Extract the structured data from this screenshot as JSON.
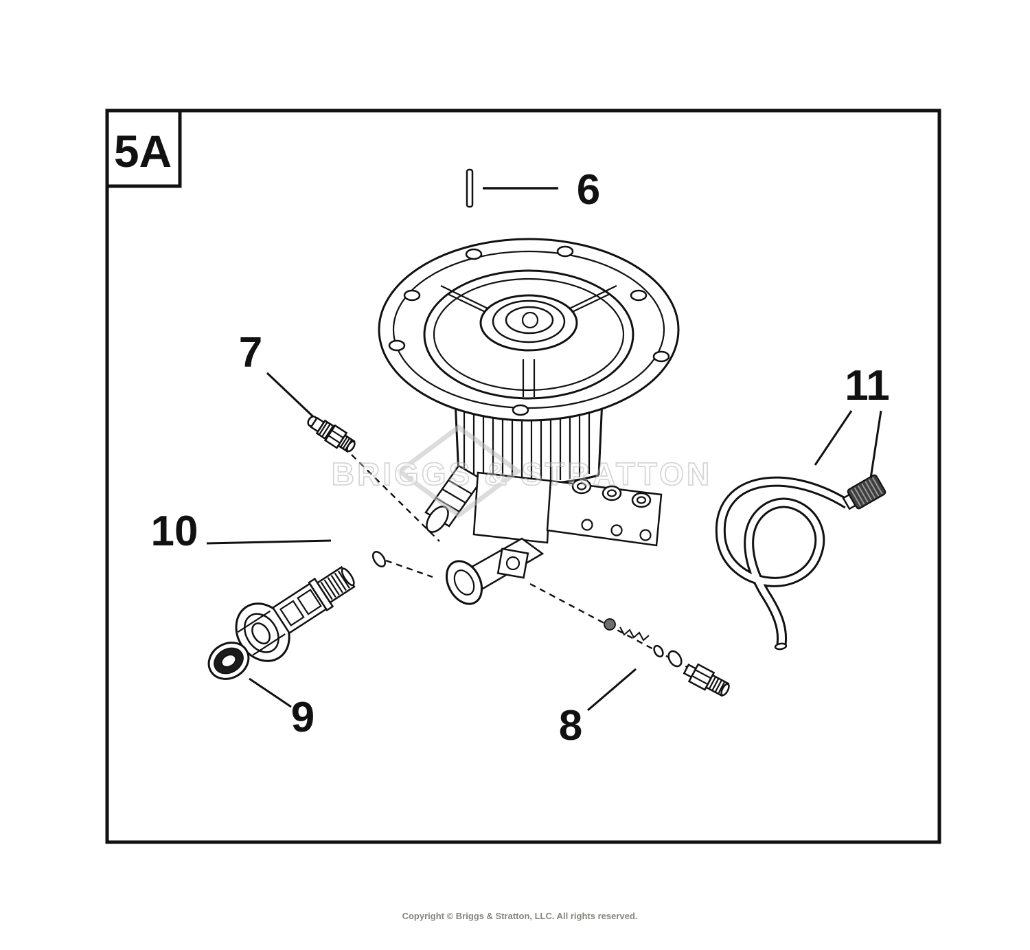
{
  "figure": {
    "label": "5A",
    "watermark": "BRIGGS & STRATTON",
    "copyright": "Copyright © Briggs & Stratton, LLC. All rights reserved."
  },
  "callouts": [
    {
      "num": "6"
    },
    {
      "num": "7"
    },
    {
      "num": "8"
    },
    {
      "num": "9"
    },
    {
      "num": "10"
    },
    {
      "num": "11"
    }
  ]
}
